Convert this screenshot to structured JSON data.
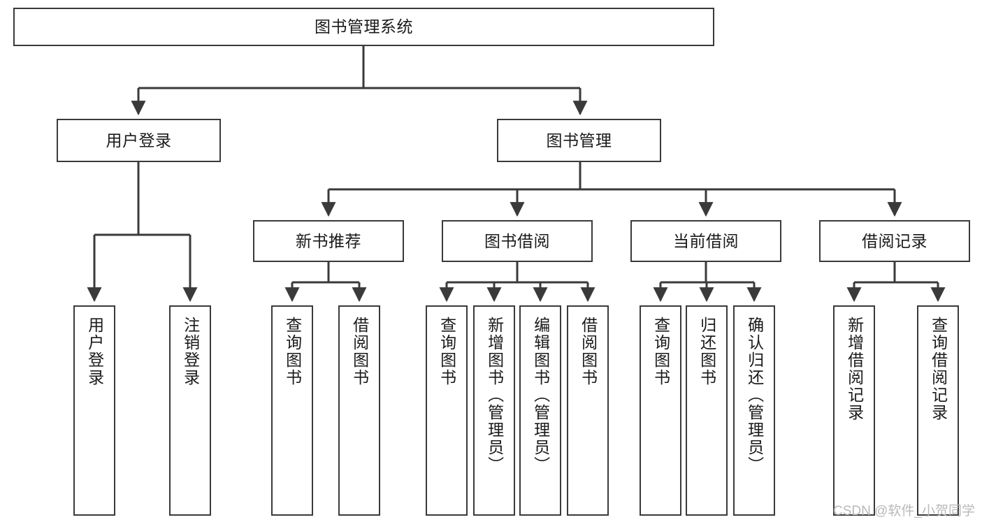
{
  "diagram": {
    "type": "tree-hierarchy-chart",
    "title": "图书管理系统",
    "watermark": "CSDN @软件_小贺同学",
    "colors": {
      "stroke": "#3a3a3a",
      "fill": "#ffffff",
      "text": "#1a1a1a",
      "watermark": "#b9b9b9"
    },
    "nodes": {
      "root": {
        "label": "图书管理系统"
      },
      "level2": [
        {
          "id": "user-login",
          "label": "用户登录"
        },
        {
          "id": "book-management",
          "label": "图书管理"
        }
      ],
      "level3": [
        {
          "id": "new-book-recommend",
          "label": "新书推荐"
        },
        {
          "id": "book-borrow",
          "label": "图书借阅"
        },
        {
          "id": "current-borrow",
          "label": "当前借阅"
        },
        {
          "id": "borrow-record",
          "label": "借阅记录"
        }
      ],
      "leaves": {
        "user-login": [
          {
            "id": "leaf-user-login",
            "label": "用户登录"
          },
          {
            "id": "leaf-logout-login",
            "label": "注销登录"
          }
        ],
        "new-book-recommend": [
          {
            "id": "leaf-query-book-1",
            "label": "查询图书"
          },
          {
            "id": "leaf-borrow-book-1",
            "label": "借阅图书"
          }
        ],
        "book-borrow": [
          {
            "id": "leaf-query-book-2",
            "label": "查询图书"
          },
          {
            "id": "leaf-add-book",
            "label": "新增图书（管理员）"
          },
          {
            "id": "leaf-edit-book",
            "label": "编辑图书（管理员）"
          },
          {
            "id": "leaf-borrow-book-2",
            "label": "借阅图书"
          }
        ],
        "current-borrow": [
          {
            "id": "leaf-query-book-3",
            "label": "查询图书"
          },
          {
            "id": "leaf-return-book",
            "label": "归还图书"
          },
          {
            "id": "leaf-confirm-return",
            "label": "确认归还（管理员）"
          }
        ],
        "borrow-record": [
          {
            "id": "leaf-add-record",
            "label": "新增借阅记录"
          },
          {
            "id": "leaf-query-record",
            "label": "查询借阅记录"
          }
        ]
      }
    }
  }
}
